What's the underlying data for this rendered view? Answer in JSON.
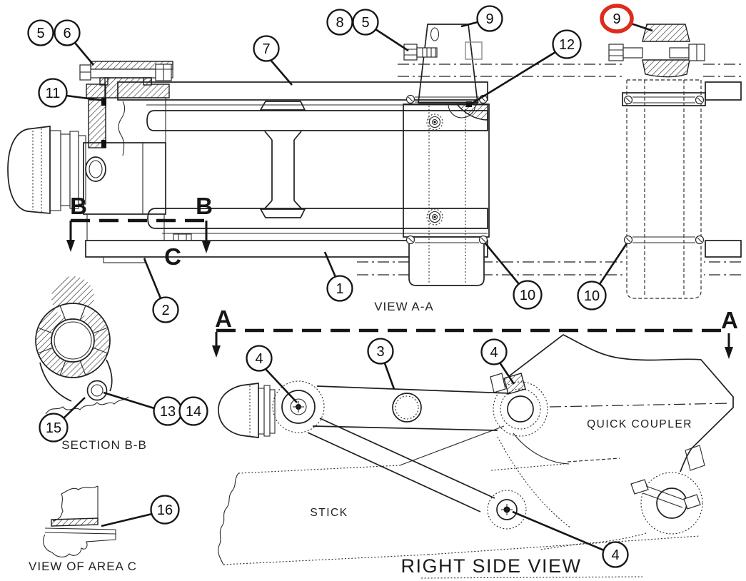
{
  "drawing": {
    "background": "#ffffff",
    "line_color": "#1f1f1f",
    "highlight_color": "#dd2b1c"
  },
  "titles": {
    "view_aa": "VIEW A-A",
    "section_bb": "SECTION B-B",
    "view_area_c": "VIEW OF AREA C",
    "right_side_view": "RIGHT SIDE VIEW"
  },
  "component_labels": {
    "stick": "STICK",
    "quick_coupler": "QUICK COUPLER"
  },
  "section_markers": {
    "b_left": "B",
    "b_right": "B",
    "c": "C",
    "a_left": "A",
    "a_right": "A"
  },
  "callouts": [
    {
      "label": "5",
      "highlighted": false
    },
    {
      "label": "6",
      "highlighted": false
    },
    {
      "label": "11",
      "highlighted": false
    },
    {
      "label": "7",
      "highlighted": false
    },
    {
      "label": "8",
      "highlighted": false
    },
    {
      "label": "5",
      "highlighted": false
    },
    {
      "label": "9",
      "highlighted": false
    },
    {
      "label": "12",
      "highlighted": false
    },
    {
      "label": "9",
      "highlighted": true
    },
    {
      "label": "2",
      "highlighted": false
    },
    {
      "label": "1",
      "highlighted": false
    },
    {
      "label": "10",
      "highlighted": false
    },
    {
      "label": "10",
      "highlighted": false
    },
    {
      "label": "15",
      "highlighted": false
    },
    {
      "label": "13",
      "highlighted": false
    },
    {
      "label": "14",
      "highlighted": false
    },
    {
      "label": "16",
      "highlighted": false
    },
    {
      "label": "4",
      "highlighted": false
    },
    {
      "label": "3",
      "highlighted": false
    },
    {
      "label": "4",
      "highlighted": false
    },
    {
      "label": "4",
      "highlighted": false
    }
  ]
}
